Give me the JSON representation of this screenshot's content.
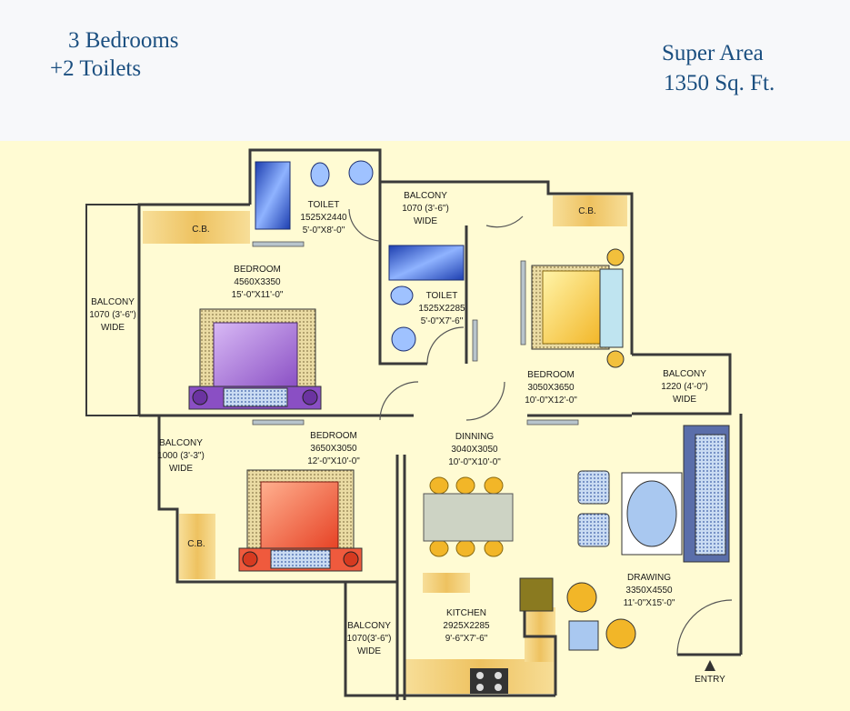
{
  "header": {
    "bedrooms": "3 Bedrooms",
    "toilets": "+2 Toilets",
    "super_area_label": "Super Area",
    "super_area_value": "1350 Sq. Ft."
  },
  "rooms": {
    "toilet1": {
      "name": "TOILET",
      "dim_mm": "1525X2440",
      "dim_ft": "5'-0\"X8'-0\""
    },
    "balcony_top": {
      "name": "BALCONY",
      "dim": "1070 (3'-6\")",
      "suffix": "WIDE"
    },
    "cb_left": {
      "name": "C.B."
    },
    "cb_right": {
      "name": "C.B."
    },
    "cb_lower": {
      "name": "C.B."
    },
    "balcony_left": {
      "name": "BALCONY",
      "dim": "1070 (3'-6\")",
      "suffix": "WIDE"
    },
    "bedroom1": {
      "name": "BEDROOM",
      "dim_mm": "4560X3350",
      "dim_ft": "15'-0\"X11'-0\""
    },
    "toilet2": {
      "name": "TOILET",
      "dim_mm": "1525X2285",
      "dim_ft": "5'-0\"X7'-6\""
    },
    "bedroom2": {
      "name": "BEDROOM",
      "dim_mm": "3050X3650",
      "dim_ft": "10'-0\"X12'-0\""
    },
    "balcony_right": {
      "name": "BALCONY",
      "dim": "1220 (4'-0\")",
      "suffix": "WIDE"
    },
    "balcony_mid": {
      "name": "BALCONY",
      "dim": "1000 (3'-3\")",
      "suffix": "WIDE"
    },
    "bedroom3": {
      "name": "BEDROOM",
      "dim_mm": "3650X3050",
      "dim_ft": "12'-0\"X10'-0\""
    },
    "dinning": {
      "name": "DINNING",
      "dim_mm": "3040X3050",
      "dim_ft": "10'-0\"X10'-0\""
    },
    "drawing": {
      "name": "DRAWING",
      "dim_mm": "3350X4550",
      "dim_ft": "11'-0\"X15'-0\""
    },
    "kitchen": {
      "name": "KITCHEN",
      "dim_mm": "2925X2285",
      "dim_ft": "9'-6\"X7'-6\""
    },
    "balcony_bottom": {
      "name": "BALCONY",
      "dim": "1070(3'-6\")",
      "suffix": "WIDE"
    },
    "entry": {
      "name": "ENTRY"
    }
  },
  "colors": {
    "wall": "#3a3a3a",
    "floor": "#fffbd3",
    "cupboard": "#f2c96a",
    "bed1": "#a16bd1",
    "bed2": "#f2c03c",
    "bed3": "#ef5a3d",
    "fixture": "#3264c8"
  }
}
